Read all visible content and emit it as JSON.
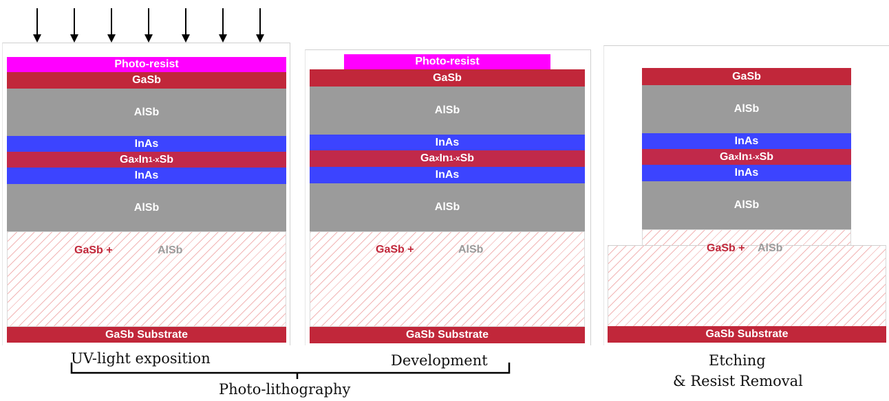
{
  "layers": {
    "photo_resist": "Photo-resist",
    "gasb": "GaSb",
    "alsb": "AlSb",
    "inas": "InAs",
    "gainsb": {
      "ga": "Ga",
      "x": "x",
      "in": "In",
      "one_minus_x": "1-x",
      "sb": "Sb"
    },
    "mix_gasb": "GaSb +",
    "mix_alsb": "AlSb",
    "substrate": "GaSb Substrate"
  },
  "captions": {
    "uv": "UV-light exposition",
    "development": "Development",
    "photolithography": "Photo-lithography",
    "etching_line1": "Etching",
    "etching_line2": "& Resist Removal"
  },
  "colors": {
    "photo_resist": "#ff00ff",
    "gasb": "#c1273a",
    "alsb": "#9b9b9b",
    "inas": "#3c44ff",
    "hatch": "#e67878"
  },
  "uv_arrow_count": 7
}
